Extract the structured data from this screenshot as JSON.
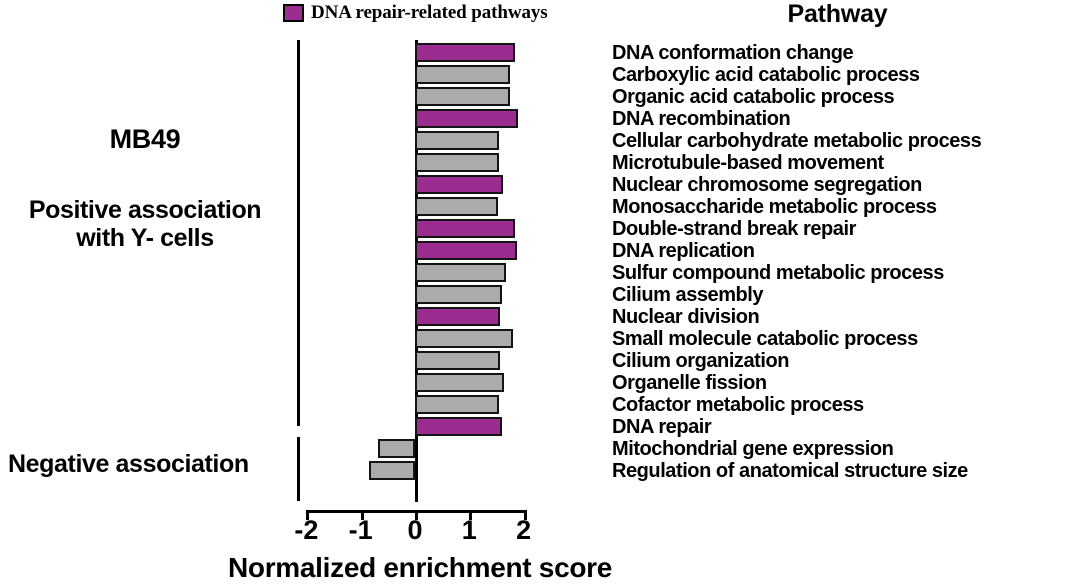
{
  "legend": {
    "label": "DNA repair-related pathways",
    "swatch_color": "#9B2D91",
    "icon": "legend-swatch-icon"
  },
  "headers": {
    "pathway": "Pathway"
  },
  "annotations": {
    "cell_line": "MB49",
    "positive_line1": "Positive association",
    "positive_line2": "with Y- cells",
    "negative": "Negative association"
  },
  "axis": {
    "title": "Normalized enrichment score",
    "ticks": [
      "-2",
      "-1",
      "0",
      "1",
      "2"
    ],
    "tick_values": [
      -2,
      -1,
      0,
      1,
      2
    ]
  },
  "colors": {
    "dna_repair": "#9B2D91",
    "other": "#ABABAB",
    "outline": "#141414"
  },
  "chart_data": {
    "type": "bar",
    "orientation": "horizontal",
    "title": "",
    "subtitle": "",
    "xlabel": "Normalized enrichment score",
    "ylabel": "Pathway",
    "xlim": [
      -2,
      2
    ],
    "grid": false,
    "legend_position": "top-left",
    "legend_entries": [
      "DNA repair-related pathways"
    ],
    "categories": [
      "DNA conformation change",
      "Carboxylic acid catabolic process",
      "Organic acid catabolic process",
      "DNA recombination",
      "Cellular carbohydrate metabolic process",
      "Microtubule-based movement",
      "Nuclear chromosome segregation",
      "Monosaccharide metabolic process",
      "Double-strand break repair",
      "DNA replication",
      "Sulfur compound metabolic process",
      "Cilium assembly",
      "Nuclear division",
      "Small molecule catabolic process",
      "Cilium organization",
      "Organelle fission",
      "Cofactor metabolic process",
      "DNA repair",
      "Mitochondrial gene expression",
      "Regulation of anatomical structure size"
    ],
    "values": [
      1.84,
      1.75,
      1.75,
      1.9,
      1.55,
      1.55,
      1.62,
      1.53,
      1.84,
      1.88,
      1.68,
      1.6,
      1.57,
      1.8,
      1.56,
      1.64,
      1.55,
      1.6,
      -0.68,
      -0.85
    ],
    "highlight": [
      true,
      false,
      false,
      true,
      false,
      false,
      true,
      false,
      true,
      true,
      false,
      false,
      true,
      false,
      false,
      false,
      false,
      true,
      false,
      false
    ],
    "groups": [
      {
        "name": "Positive association with Y- cells",
        "rows": [
          0,
          17
        ]
      },
      {
        "name": "Negative association",
        "rows": [
          18,
          19
        ]
      }
    ]
  }
}
